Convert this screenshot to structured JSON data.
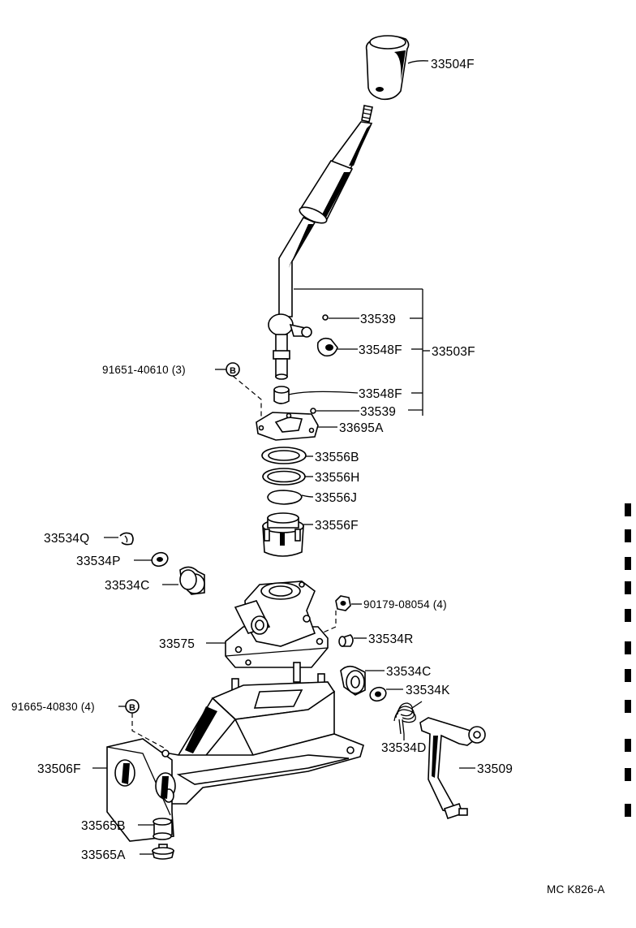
{
  "diagram": {
    "parts": {
      "knob": "33504F",
      "lever_assy": "33503F",
      "ball_top": "33539",
      "seat_top": "33548F",
      "seat_bottom": "33548F",
      "ball_bottom": "33539",
      "bolt_cover": "91651-40610 (3)",
      "plate": "33695A",
      "ring_b": "33556B",
      "ring_h": "33556H",
      "snap_ring": "33556J",
      "cup": "33556F",
      "clip_q": "33534Q",
      "washer_p": "33534P",
      "bushing_c_left": "33534C",
      "bolt_housing": "90179-08054 (4)",
      "housing": "33575",
      "pin_r": "33534R",
      "bushing_c_right": "33534C",
      "collar_k": "33534K",
      "spring_d": "33534D",
      "bolt_bracket": "91665-40830 (4)",
      "bracket": "33506F",
      "arm": "33509",
      "bushing_b": "33565B",
      "bushing_a": "33565A"
    },
    "callout_symbol": "B",
    "figure_code": "MC K826-A"
  }
}
